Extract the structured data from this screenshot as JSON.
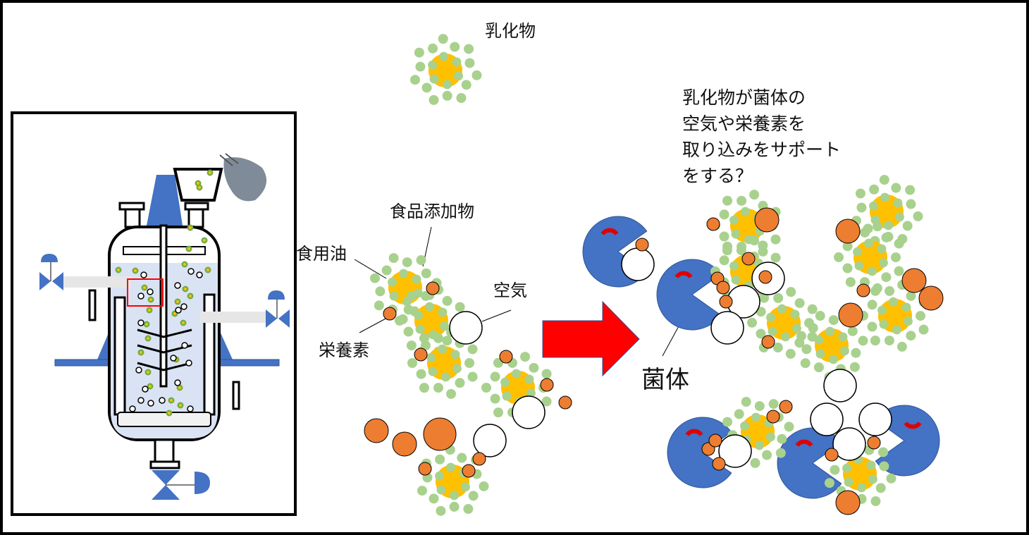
{
  "labels": {
    "emulsion": "乳化物",
    "food_additive": "食品添加物",
    "edible_oil": "食用油",
    "air": "空気",
    "nutrient": "栄養素",
    "cells": "菌体"
  },
  "hypothesis": [
    "乳化物が菌体の",
    "空気や栄養素を",
    "取り込みをサポート",
    "をする？"
  ],
  "colors": {
    "oil": "#FFC000",
    "additive": "#A9D18E",
    "nutrient": "#ED7D31",
    "cell": "#4472C4",
    "arrow": "#FF0000",
    "liquid": "#DAE3F3"
  }
}
